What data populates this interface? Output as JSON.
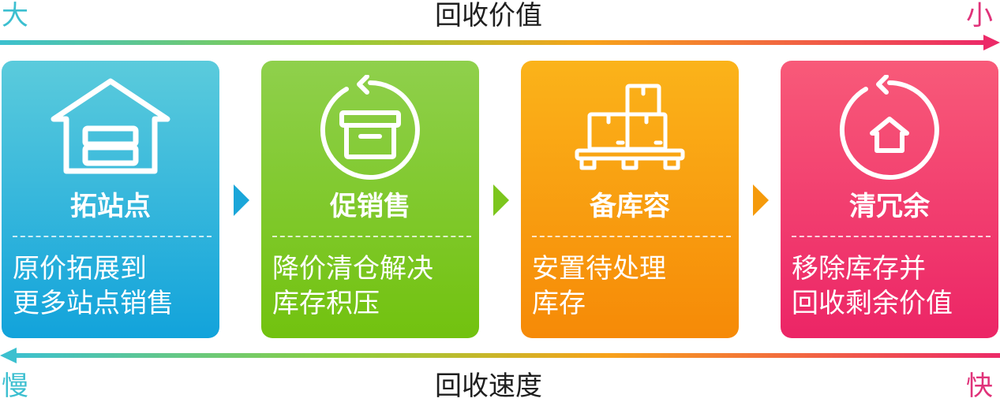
{
  "top_axis": {
    "title": "回收价值",
    "left_label": "大",
    "right_label": "小"
  },
  "bottom_axis": {
    "title": "回收速度",
    "left_label": "慢",
    "right_label": "快"
  },
  "colors": {
    "blue": "#1aa6d9",
    "green": "#7cc61d",
    "orange": "#f59a0b",
    "pink": "#ec2a68"
  },
  "steps": [
    {
      "title": "拓站点",
      "desc_lines": [
        "原价拓展到",
        "更多站点销售"
      ],
      "icon": "warehouse-icon"
    },
    {
      "title": "促销售",
      "desc_lines": [
        "降价清仓解决",
        "库存积压"
      ],
      "icon": "box-cycle-icon"
    },
    {
      "title": "备库容",
      "desc_lines": [
        "安置待处理",
        "库存"
      ],
      "icon": "pallet-boxes-icon"
    },
    {
      "title": "清冗余",
      "desc_lines": [
        "移除库存并",
        "回收剩余价值"
      ],
      "icon": "home-cycle-icon"
    }
  ]
}
